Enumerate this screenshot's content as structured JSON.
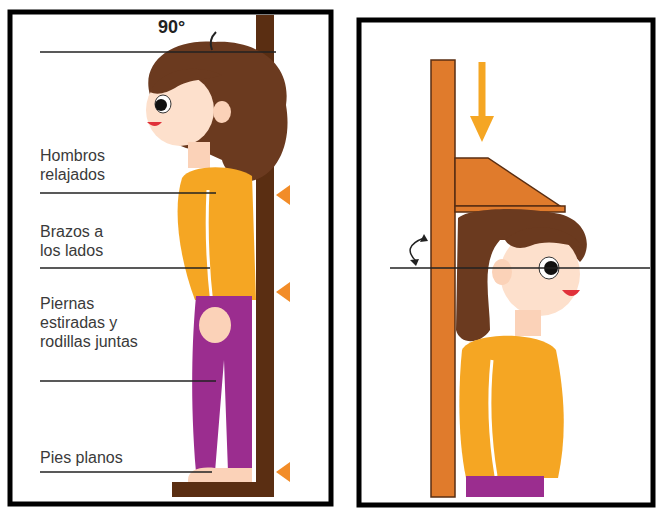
{
  "diagram": {
    "labels": [
      "90°",
      "Hombros relajados",
      "Brazos a los lados",
      "Piernas estiradas y rodillas juntas",
      "Pies planos"
    ]
  }
}
